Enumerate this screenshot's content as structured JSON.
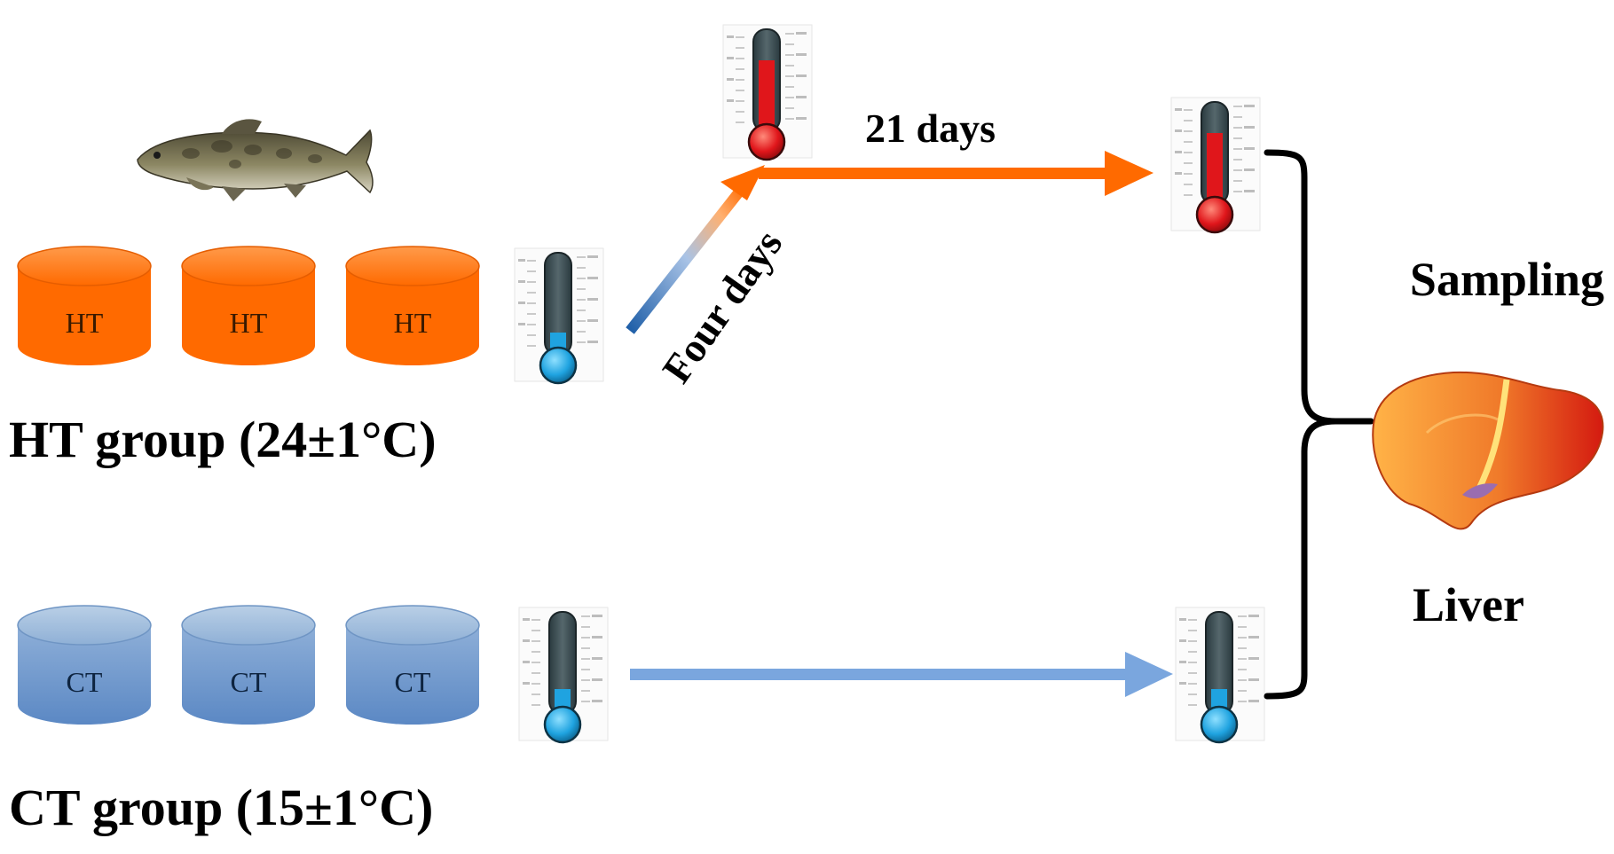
{
  "ht_group": {
    "label": "HT group (24±1°C)",
    "tank_label": "HT",
    "tank_count": 3,
    "color": "#ff6a00"
  },
  "ct_group": {
    "label": "CT group (15±1°C)",
    "tank_label": "CT",
    "tank_count": 3,
    "color": "#6f9fd8"
  },
  "transition": {
    "heating_label": "Four days",
    "duration_label": "21 days"
  },
  "sampling": {
    "title": "Sampling",
    "tissue": "Liver"
  },
  "icons": {
    "fish": "fish-icon",
    "thermometer": "thermometer-icon",
    "liver": "liver-icon"
  },
  "colors": {
    "hot_mercury": "#e0161b",
    "cold_mercury": "#1fa3e0",
    "hot_arrow": "#ff6a00",
    "cold_arrow": "#7aa6de",
    "bracket": "#000000"
  }
}
